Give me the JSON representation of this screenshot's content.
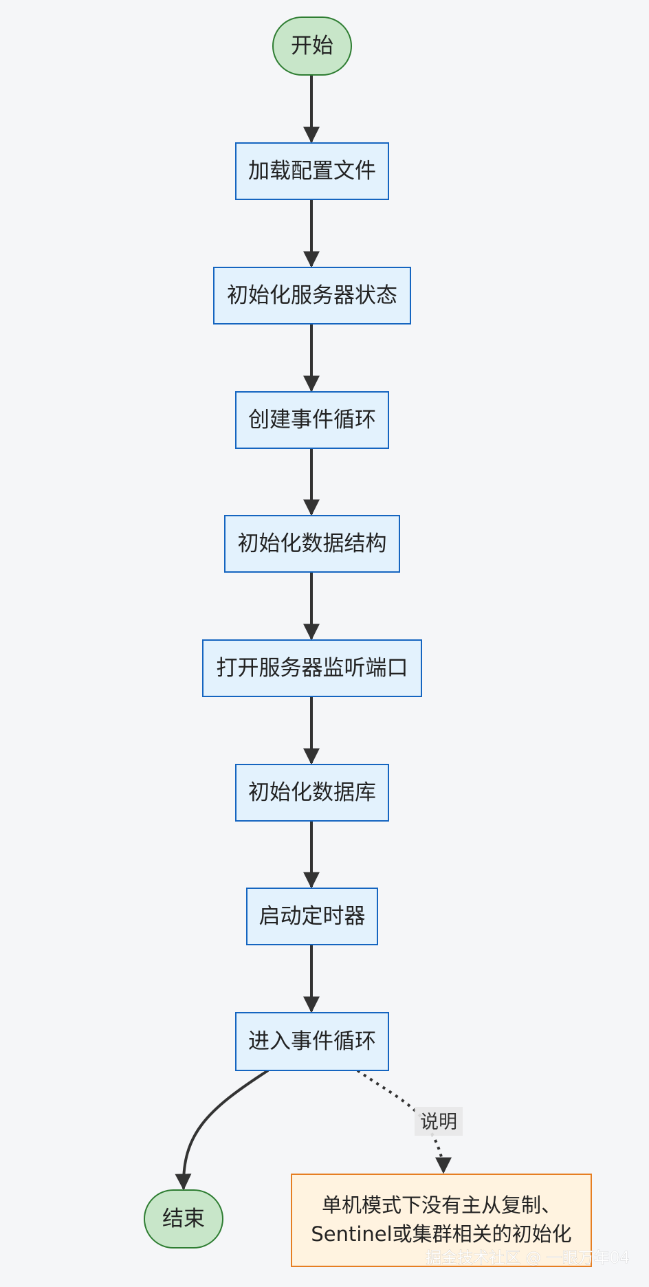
{
  "colors": {
    "background": "#f5f6f8",
    "terminal_fill": "#c8e6c9",
    "terminal_stroke": "#2e7d32",
    "process_fill": "#e3f2fd",
    "process_stroke": "#1565c0",
    "note_fill": "#fff3e0",
    "note_stroke": "#e67e22",
    "edge": "#333333"
  },
  "nodes": {
    "start": "开始",
    "step1": "加载配置文件",
    "step2": "初始化服务器状态",
    "step3": "创建事件循环",
    "step4": "初始化数据结构",
    "step5": "打开服务器监听端口",
    "step6": "初始化数据库",
    "step7": "启动定时器",
    "step8": "进入事件循环",
    "end": "结束"
  },
  "edge_label": "说明",
  "note": {
    "line1": "单机模式下没有主从复制、",
    "line2": "Sentinel或集群相关的初始化"
  },
  "watermark": "掘金技术社区 @ 一眼万年04"
}
